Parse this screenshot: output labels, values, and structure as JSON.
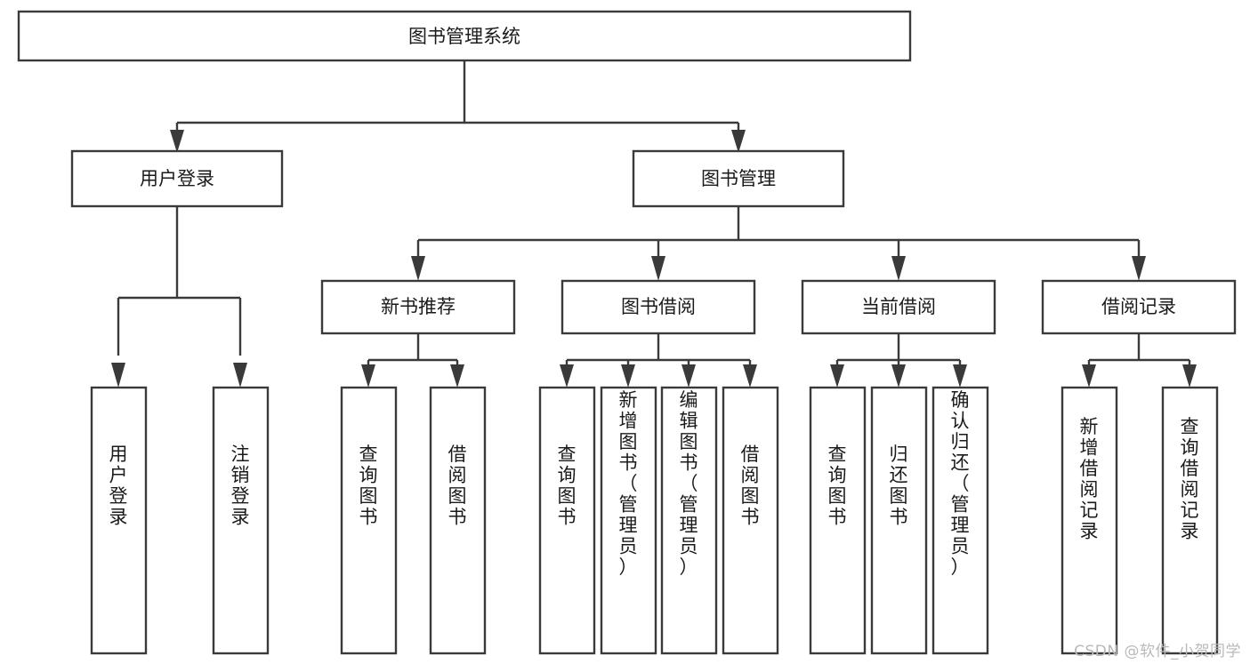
{
  "diagram": {
    "type": "tree-hierarchy-function-structure",
    "title": "图书管理系统",
    "levels": {
      "level1": [
        {
          "id": "root",
          "label": "图书管理系统",
          "orientation": "horizontal"
        }
      ],
      "level2": [
        {
          "id": "user-login",
          "label": "用户登录",
          "orientation": "horizontal"
        },
        {
          "id": "book-management",
          "label": "图书管理",
          "orientation": "horizontal"
        }
      ],
      "level3": [
        {
          "id": "new-book-recommend",
          "label": "新书推荐",
          "orientation": "horizontal"
        },
        {
          "id": "book-borrow",
          "label": "图书借阅",
          "orientation": "horizontal"
        },
        {
          "id": "current-borrow",
          "label": "当前借阅",
          "orientation": "horizontal"
        },
        {
          "id": "borrow-record",
          "label": "借阅记录",
          "orientation": "horizontal"
        }
      ],
      "level4": [
        {
          "id": "leaf-user-login",
          "label": "用户登录",
          "parent": "user-login",
          "orientation": "vertical"
        },
        {
          "id": "leaf-logout-login",
          "label": "注销登录",
          "parent": "user-login",
          "orientation": "vertical"
        },
        {
          "id": "leaf-query-book-1",
          "label": "查询图书",
          "parent": "new-book-recommend",
          "orientation": "vertical"
        },
        {
          "id": "leaf-borrow-book-1",
          "label": "借阅图书",
          "parent": "new-book-recommend",
          "orientation": "vertical"
        },
        {
          "id": "leaf-query-book-2",
          "label": "查询图书",
          "parent": "book-borrow",
          "orientation": "vertical"
        },
        {
          "id": "leaf-add-book",
          "label": "新增图书（管理员）",
          "parent": "book-borrow",
          "orientation": "vertical"
        },
        {
          "id": "leaf-edit-book",
          "label": "编辑图书（管理员）",
          "parent": "book-borrow",
          "orientation": "vertical"
        },
        {
          "id": "leaf-borrow-book-2",
          "label": "借阅图书",
          "parent": "book-borrow",
          "orientation": "vertical"
        },
        {
          "id": "leaf-query-book-3",
          "label": "查询图书",
          "parent": "current-borrow",
          "orientation": "vertical"
        },
        {
          "id": "leaf-return-book",
          "label": "归还图书",
          "parent": "current-borrow",
          "orientation": "vertical"
        },
        {
          "id": "leaf-confirm-return",
          "label": "确认归还（管理员）",
          "parent": "current-borrow",
          "orientation": "vertical"
        },
        {
          "id": "leaf-add-record",
          "label": "新增借阅记录",
          "parent": "borrow-record",
          "orientation": "vertical"
        },
        {
          "id": "leaf-query-record",
          "label": "查询借阅记录",
          "parent": "borrow-record",
          "orientation": "vertical"
        }
      ]
    },
    "colors": {
      "stroke": "#3a3a3a",
      "fill": "#ffffff",
      "text": "#1a1a1a",
      "watermark": "#b9b9b9",
      "background": "#ffffff"
    }
  },
  "watermark": {
    "text": "CSDN @软件_小贺同学"
  }
}
